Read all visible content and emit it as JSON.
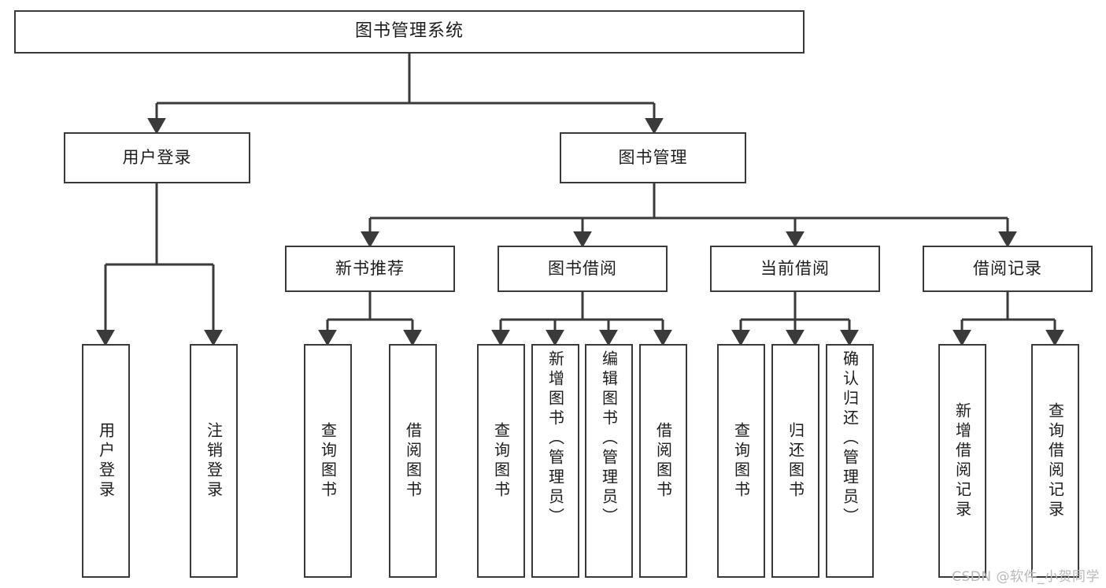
{
  "diagram": {
    "type": "tree",
    "title": "图书管理系统",
    "watermark": "CSDN @软件_小贺同学",
    "colors": {
      "border": "#3a3a3a",
      "background": "#ffffff",
      "text": "#1d1d1d",
      "watermark": "#b9b9b9"
    },
    "nodes": {
      "root": "图书管理系统",
      "level2": {
        "user_login": "用户登录",
        "book_manage": "图书管理"
      },
      "level3": {
        "new_book_recommend": "新书推荐",
        "book_borrow": "图书借阅",
        "current_borrow": "当前借阅",
        "borrow_record": "借阅记录"
      },
      "leaves": {
        "login_1": "用户登录",
        "login_2": "注销登录",
        "recommend_1": "查询图书",
        "recommend_2": "借阅图书",
        "borrow_1": "查询图书",
        "borrow_2": "新增图书（管理员）",
        "borrow_3": "编辑图书（管理员）",
        "borrow_4": "借阅图书",
        "current_1": "查询图书",
        "current_2": "归还图书",
        "current_3": "确认归还（管理员）",
        "record_1": "新增借阅记录",
        "record_2": "查询借阅记录"
      }
    }
  }
}
